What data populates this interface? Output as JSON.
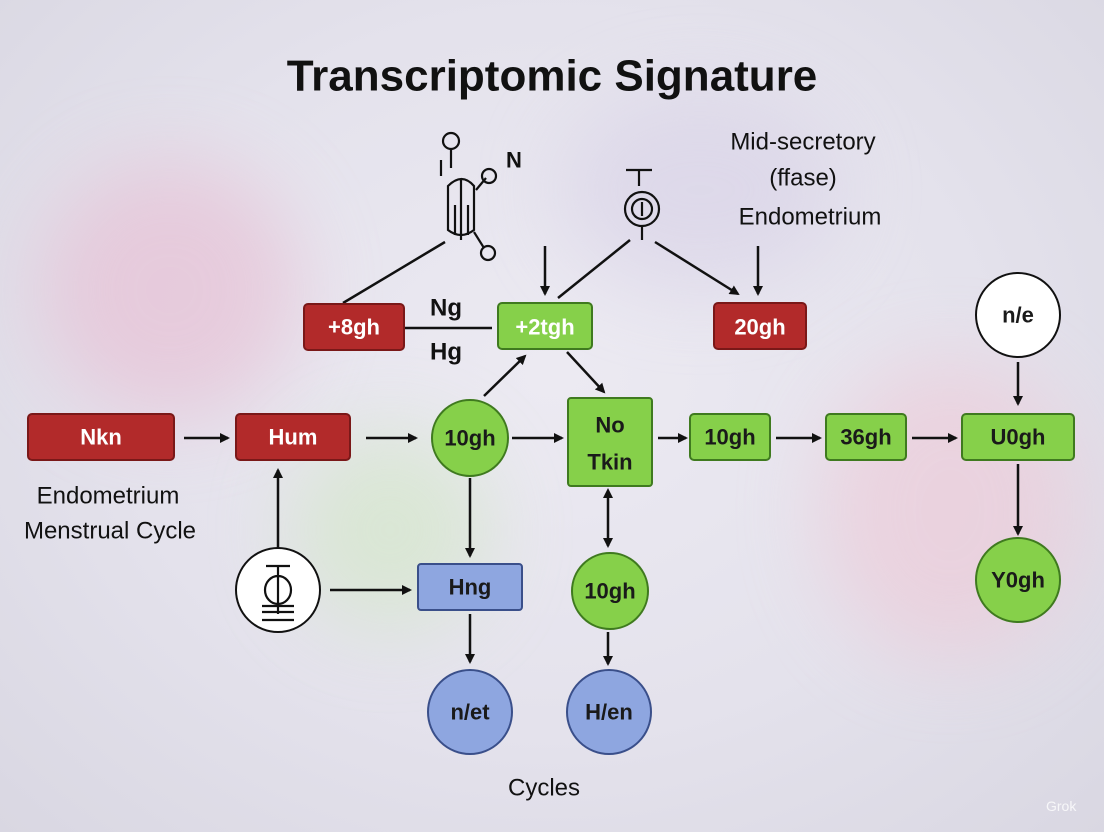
{
  "title": "Transcriptomic Signature",
  "colors": {
    "red_fill": "#b22a2a",
    "red_stroke": "#7a1818",
    "green_fill": "#86d04a",
    "green_stroke": "#3f7a1f",
    "blue_fill": "#8ea6e0",
    "blue_stroke": "#3a4f8a",
    "white_fill": "#ffffff",
    "arrow": "#111111"
  },
  "icons": {
    "top_left": "molecule-icon",
    "top_middle": "cell-icon",
    "bottom_left": "phi-symbol-icon"
  },
  "nodes": {
    "nkn": "Nkn",
    "hum": "Hum",
    "top_red_left": "+8gh",
    "top_green": "+2tgh",
    "top_red_right": "20gh",
    "circle_10gh_a": "10gh",
    "no_tkin_line1": "No",
    "no_tkin_line2": "Tkin",
    "rect_10gh": "10gh",
    "rect_36gh": "36gh",
    "rect_u0gh": "U0gh",
    "circle_n_e": "n/e",
    "circle_y0gh": "Y0gh",
    "hng": "Hng",
    "circle_10gh_b": "10gh",
    "circle_n_et": "n/et",
    "circle_h_en": "H/en"
  },
  "labels": {
    "n_letter": "N",
    "ng": "Ng",
    "hg": "Hg",
    "mid_secretory_line1": "Mid-secretory",
    "mid_secretory_line2": "(ffase)",
    "mid_secretory_line3": "Endometrium",
    "endometrium_line1": "Endometrium",
    "endometrium_line2": "Menstrual Cycle",
    "cycles": "Cycles"
  },
  "watermark": "Grok"
}
